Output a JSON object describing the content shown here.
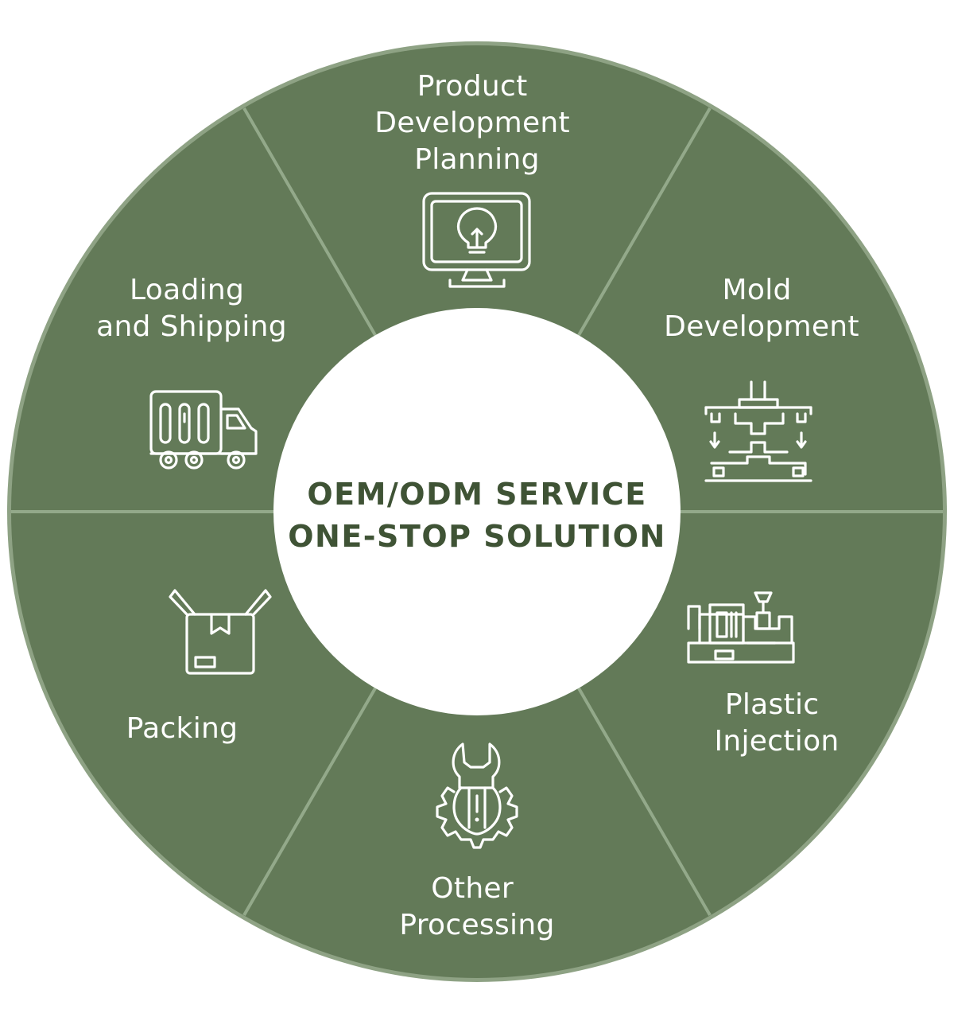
{
  "center": {
    "line1": "OEM/ODM SERVICE",
    "line2": "ONE-STOP SOLUTION"
  },
  "segments": [
    {
      "lines": [
        "Product",
        "Development",
        "Planning"
      ],
      "icon": "monitor-lightbulb-icon"
    },
    {
      "lines": [
        "Mold",
        "Development"
      ],
      "icon": "mold-press-icon"
    },
    {
      "lines": [
        "Plastic",
        "Injection"
      ],
      "icon": "injection-machine-icon"
    },
    {
      "lines": [
        "Other",
        "Processing"
      ],
      "icon": "wrench-gear-icon"
    },
    {
      "lines": [
        "Packing"
      ],
      "icon": "open-box-icon"
    },
    {
      "lines": [
        "Loading",
        "and Shipping"
      ],
      "icon": "truck-icon"
    }
  ],
  "colors": {
    "wheel": "#637a58",
    "divider": "#93a98a",
    "center_bg": "#ffffff",
    "center_text": "#3f5335",
    "label": "#ffffff"
  }
}
